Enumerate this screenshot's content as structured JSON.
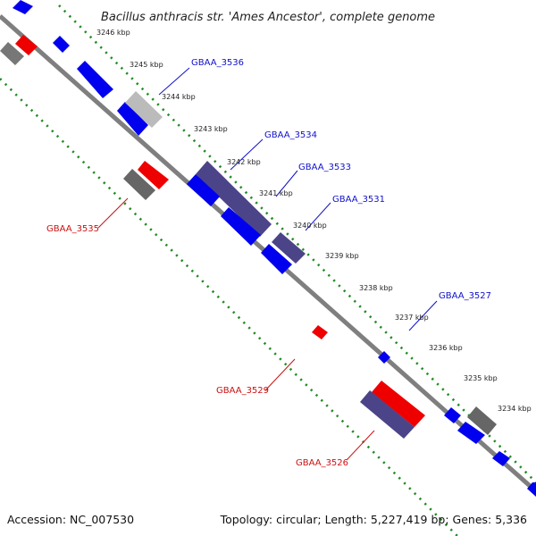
{
  "title": "Bacillus anthracis str. 'Ames Ancestor', complete genome",
  "footer": {
    "accession": "Accession: NC_007530",
    "topology": "Topology: circular; Length: 5,227,419 bp; Genes: 5,336"
  },
  "colors": {
    "forward_cds": "#0000ee",
    "reverse_cds": "#ee0000",
    "other_forward": "#4c4488",
    "other_reverse": "#777777",
    "faded_feature": "#bbbbbb",
    "backbone": "#7f7f7f",
    "tick_marks": "#228b22",
    "forward_label": "#1111cc",
    "reverse_label": "#cc1111"
  },
  "ticks": [
    "3246 kbp",
    "3245 kbp",
    "3244 kbp",
    "3243 kbp",
    "3242 kbp",
    "3241 kbp",
    "3240 kbp",
    "3239 kbp",
    "3238 kbp",
    "3237 kbp",
    "3236 kbp",
    "3235 kbp",
    "3234 kbp"
  ],
  "gene_labels": {
    "forward": [
      "GBAA_3536",
      "GBAA_3534",
      "GBAA_3533",
      "GBAA_3531",
      "GBAA_3527"
    ],
    "reverse": [
      "GBAA_3535",
      "GBAA_3529",
      "GBAA_3526"
    ]
  }
}
